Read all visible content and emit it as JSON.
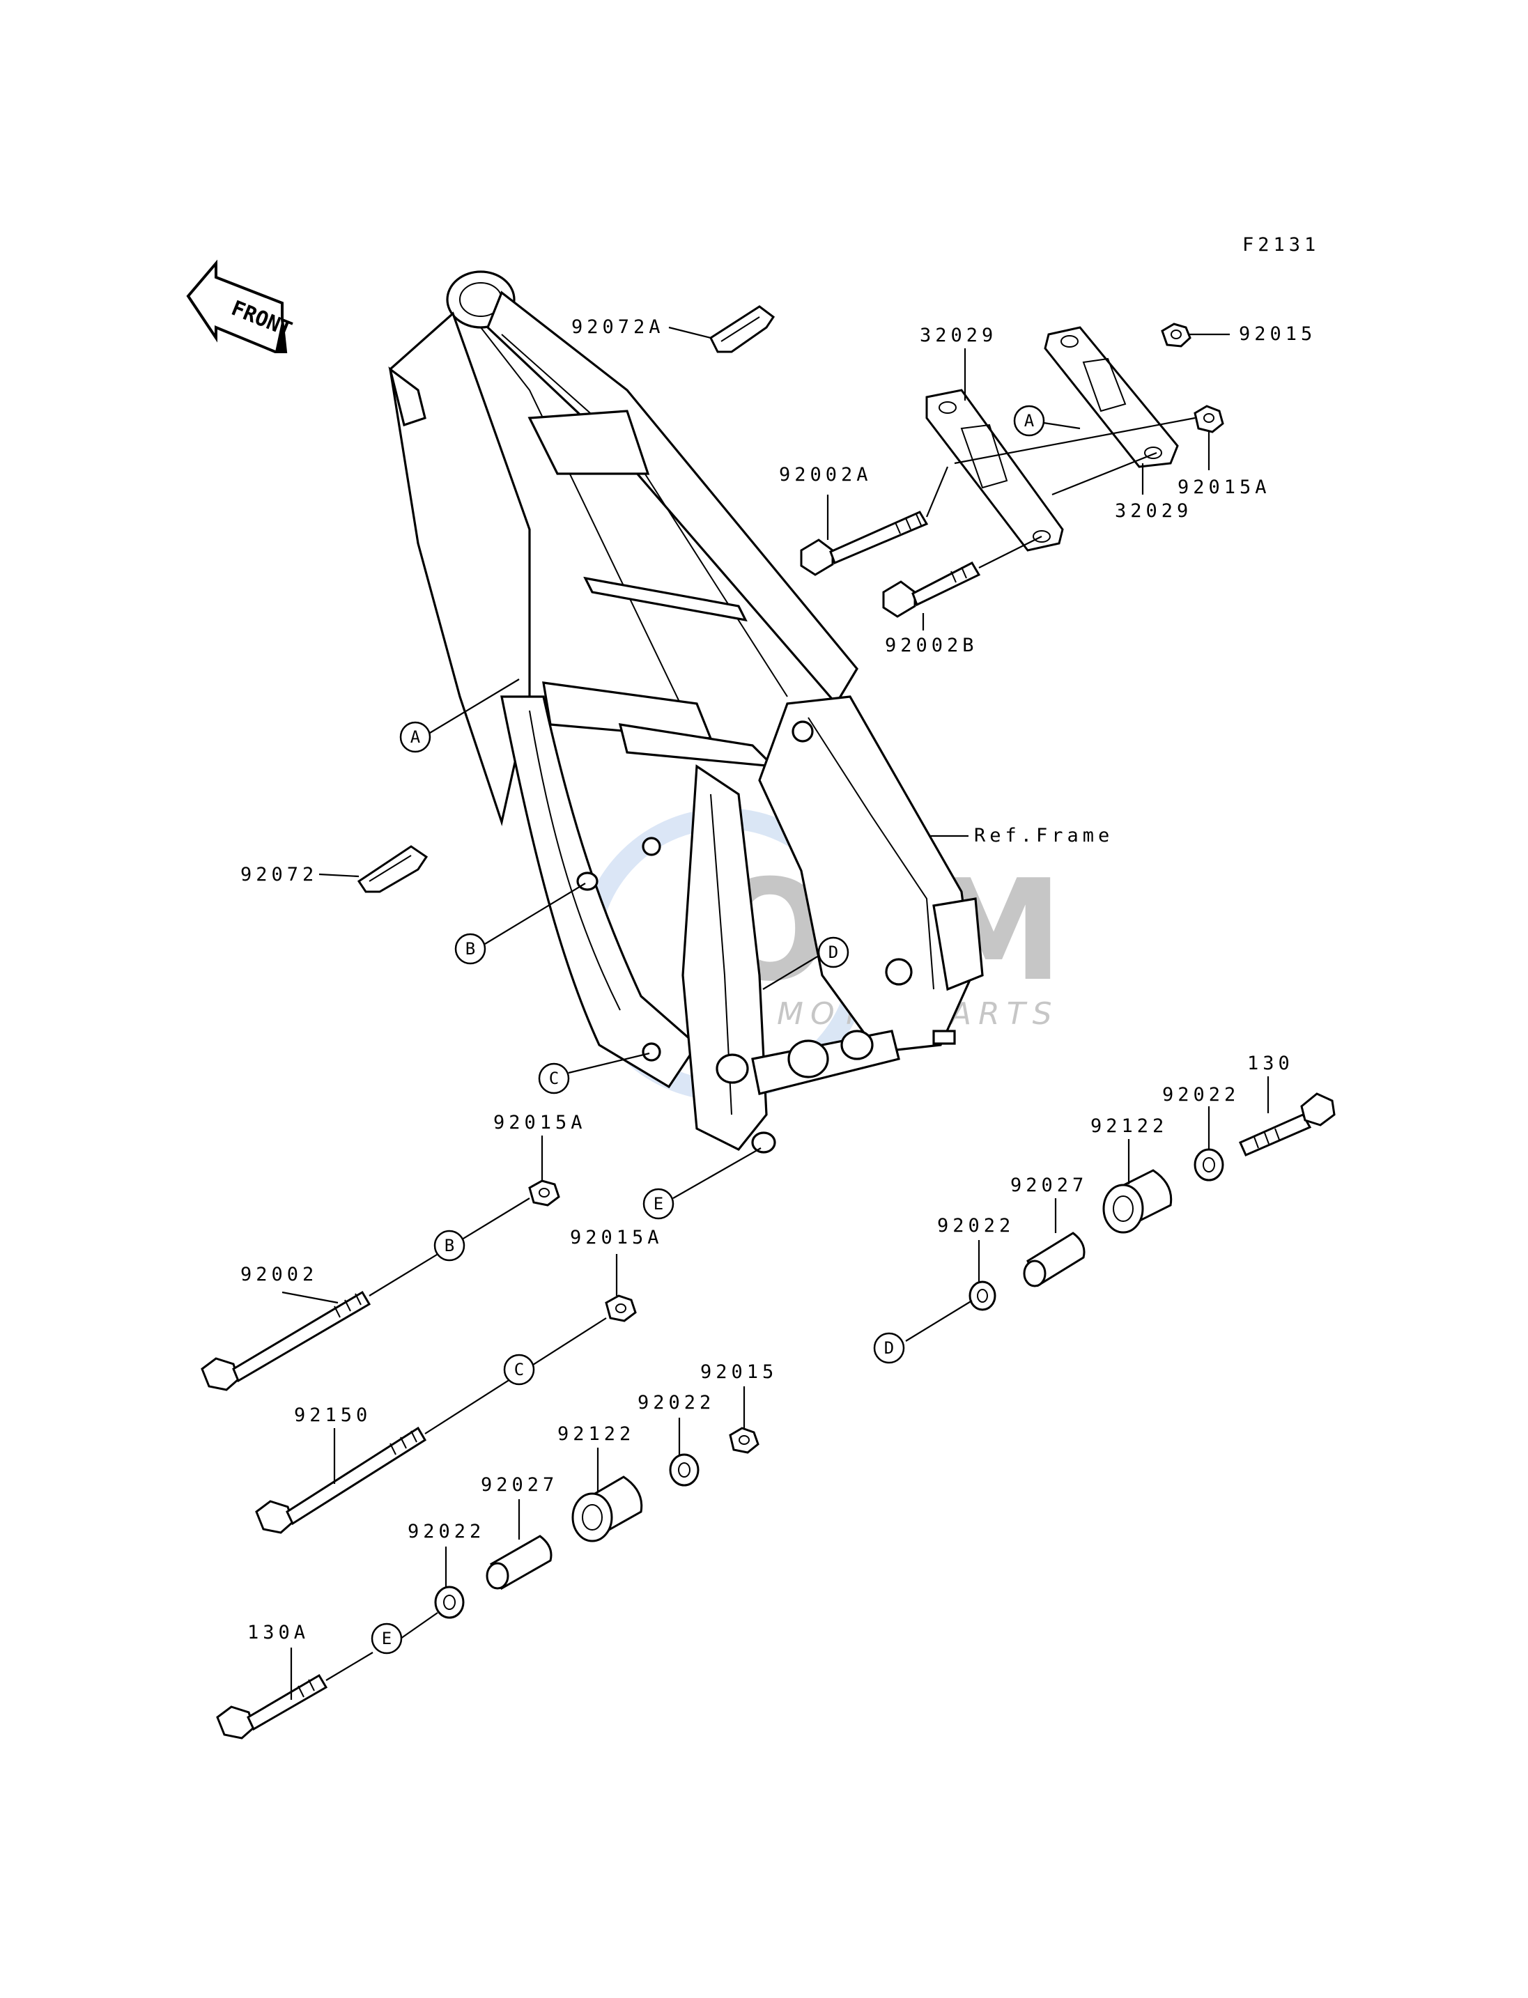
{
  "diagram_code": "F2131",
  "front_label": "FRONT",
  "reference_label": "Ref.Frame",
  "watermark": {
    "brand": "OEM",
    "sub": "MOTORPARTS",
    "color": "#5b8fd6"
  },
  "parts": {
    "p92072A": "92072A",
    "p32029_top": "32029",
    "p92015_top": "92015",
    "p92002A": "92002A",
    "p92015A_right": "92015A",
    "p32029_bottom": "32029",
    "p92002B": "92002B",
    "p92072": "92072",
    "p130": "130",
    "p92022_r1": "92022",
    "p92122_r": "92122",
    "p92027_r": "92027",
    "p92022_r2": "92022",
    "p92015A_l1": "92015A",
    "p92002": "92002",
    "p92015A_l2": "92015A",
    "p92150": "92150",
    "p92015_l": "92015",
    "p92022_l1": "92022",
    "p92122_l": "92122",
    "p92027_l": "92027",
    "p92022_l2": "92022",
    "p130A": "130A"
  },
  "callouts": {
    "A_bracket": "A",
    "A_frame": "A",
    "B_frame": "B",
    "C_frame": "C",
    "D_frame": "D",
    "E_frame": "E",
    "B_bolt": "B",
    "C_bolt": "C",
    "D_spacer": "D",
    "E_bolt": "E"
  }
}
